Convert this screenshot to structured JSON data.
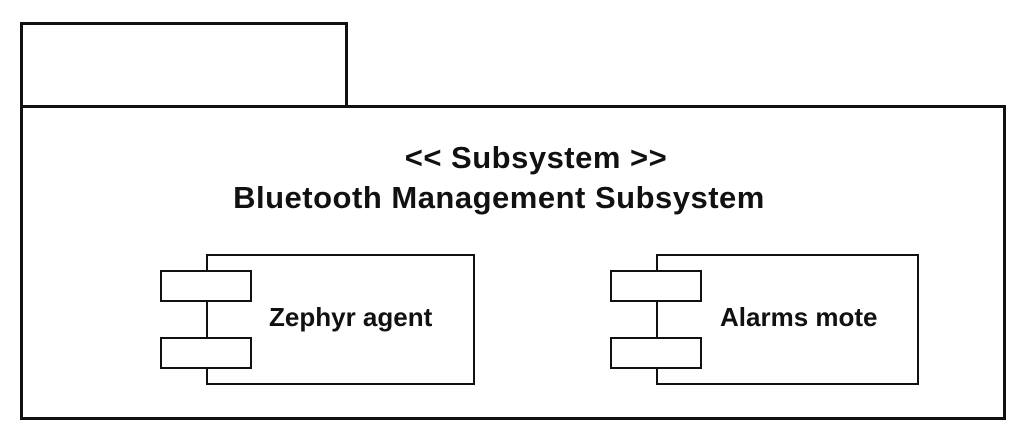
{
  "package": {
    "stereotype": "<< Subsystem >>",
    "name": "Bluetooth Management Subsystem"
  },
  "components": [
    {
      "label": "Zephyr agent"
    },
    {
      "label": "Alarms mote"
    }
  ]
}
